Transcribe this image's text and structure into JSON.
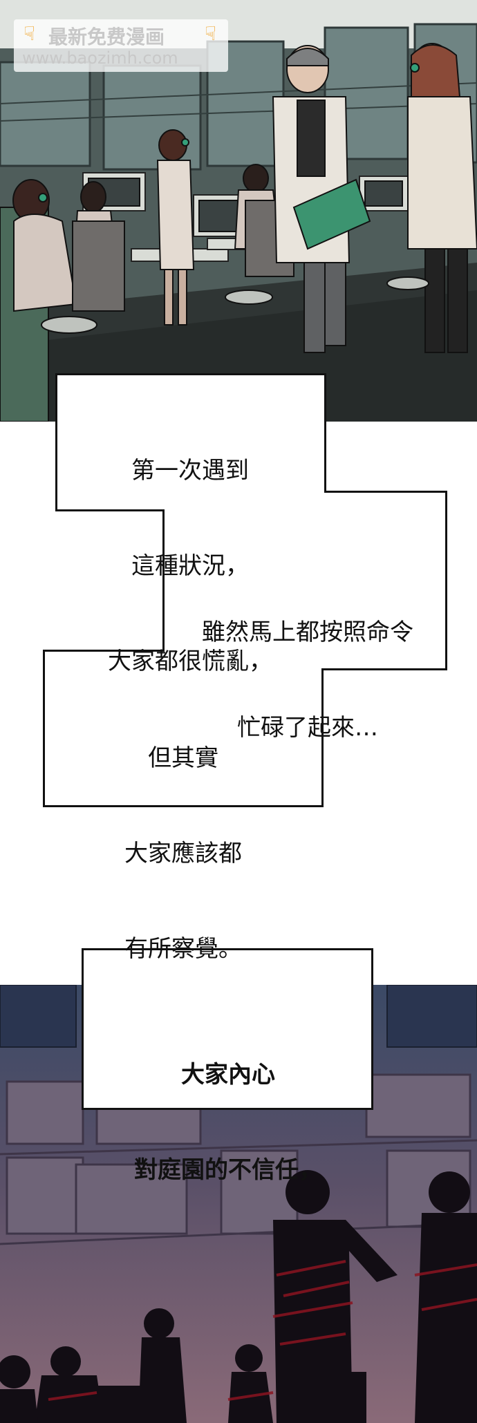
{
  "watermark": {
    "line1": "最新免费漫画",
    "line2": "www.baozimh.com"
  },
  "captions": {
    "box1": [
      "第一次遇到",
      "這種狀況，",
      "大家都很慌亂，"
    ],
    "box2": [
      "雖然馬上都按照命令",
      "忙碌了起來…"
    ],
    "box3": [
      "但其實",
      "大家應該都",
      "有所察覺。"
    ],
    "box4": [
      "大家內心",
      "對庭園的不信任，"
    ]
  },
  "colors": {
    "top_panel_base": "#3c4a4a",
    "bottom_panel_base": "#2a2530",
    "silhouette": "#120d14",
    "blood_red": "#8a1420"
  },
  "icons": {
    "watermark_hand": "pointing-hand-icon"
  }
}
